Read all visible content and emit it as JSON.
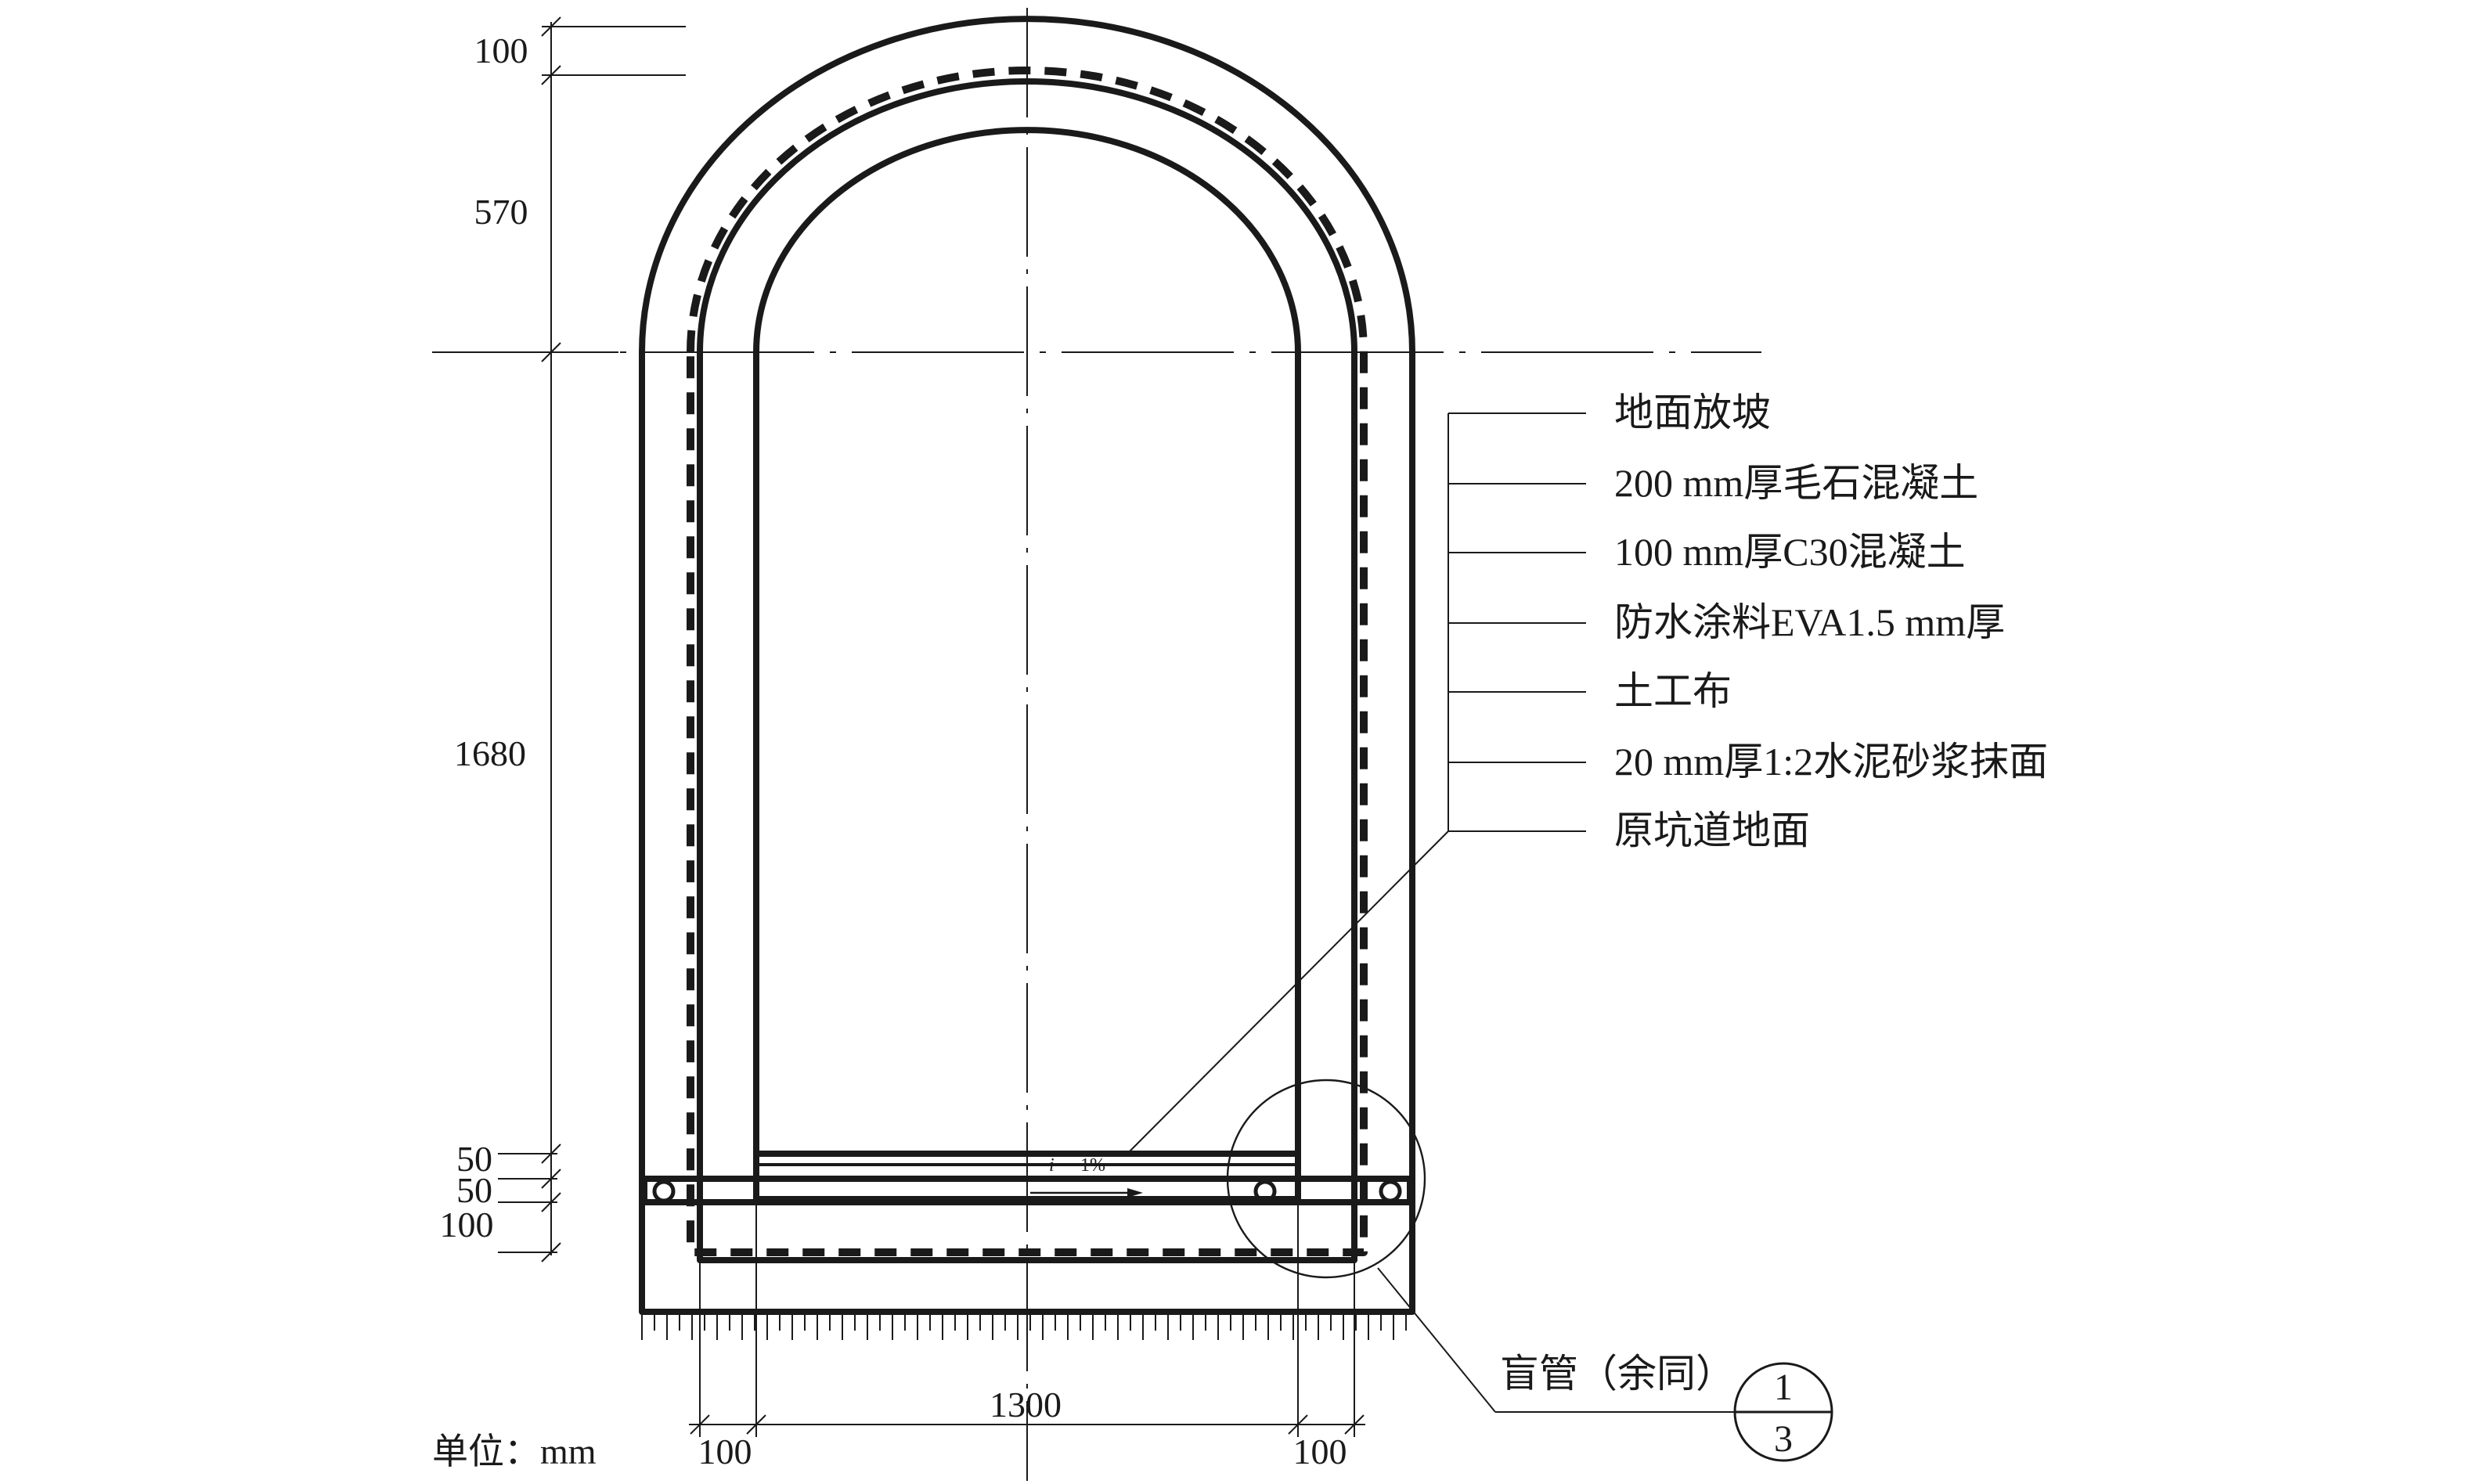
{
  "drawing": {
    "unit_label": "单位：mm",
    "slope_label": "1%",
    "slope_prefix": "i",
    "colors": {
      "line": "#1a1a1a",
      "background": "#ffffff"
    }
  },
  "dimensions": {
    "left": [
      "100",
      "570",
      "1680",
      "50",
      "50",
      "100"
    ],
    "bottom": [
      "100",
      "1300",
      "100"
    ]
  },
  "layers": [
    "地面放坡",
    "200 mm厚毛石混凝土",
    "100 mm厚C30混凝土",
    "防水涂料EVA1.5 mm厚",
    "土工布",
    "20 mm厚1:2水泥砂浆抹面",
    "原坑道地面"
  ],
  "detail_callout": {
    "label": "盲管（余同）",
    "numerator": "1",
    "denominator": "3"
  }
}
